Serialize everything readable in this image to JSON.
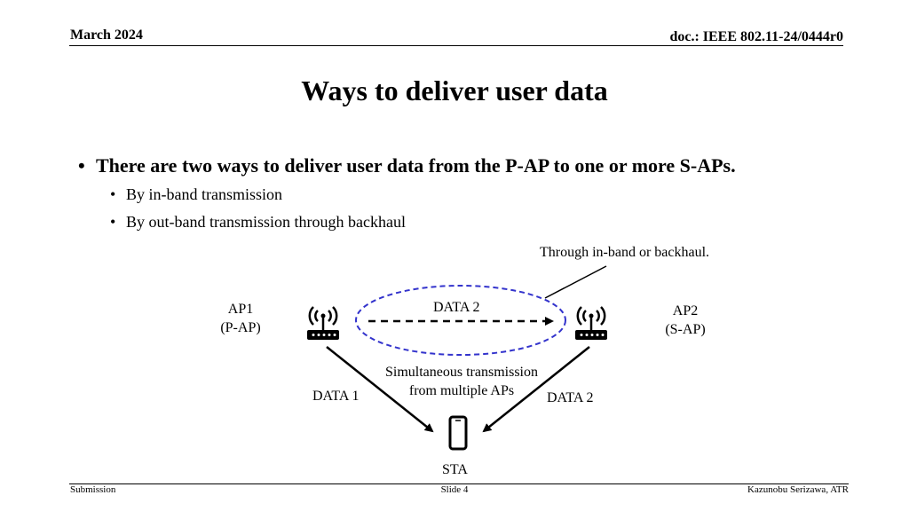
{
  "header": {
    "date": "March 2024",
    "doc": "doc.: IEEE 802.11-24/0444r0"
  },
  "title": "Ways to deliver user data",
  "bullets": {
    "main": "There are two ways to deliver user data from the P-AP to one or more S-APs.",
    "subs": [
      "By in-band transmission",
      "By out-band transmission through backhaul"
    ]
  },
  "diagram": {
    "callout": "Through in-band or backhaul.",
    "ap1": {
      "name": "AP1",
      "role": "(P-AP)"
    },
    "ap2": {
      "name": "AP2",
      "role": "(S-AP)"
    },
    "data2_top": "DATA 2",
    "simultaneous": {
      "line1": "Simultaneous transmission",
      "line2": "from multiple APs"
    },
    "data1": "DATA 1",
    "data2_bottom": "DATA 2",
    "sta": "STA",
    "icons": {
      "router": "wifi-router-icon",
      "phone": "smartphone-icon"
    },
    "colors": {
      "ellipse": "#3333cc",
      "lines": "#000000"
    }
  },
  "footer": {
    "left": "Submission",
    "center": "Slide 4",
    "right": "Kazunobu Serizawa, ATR"
  }
}
